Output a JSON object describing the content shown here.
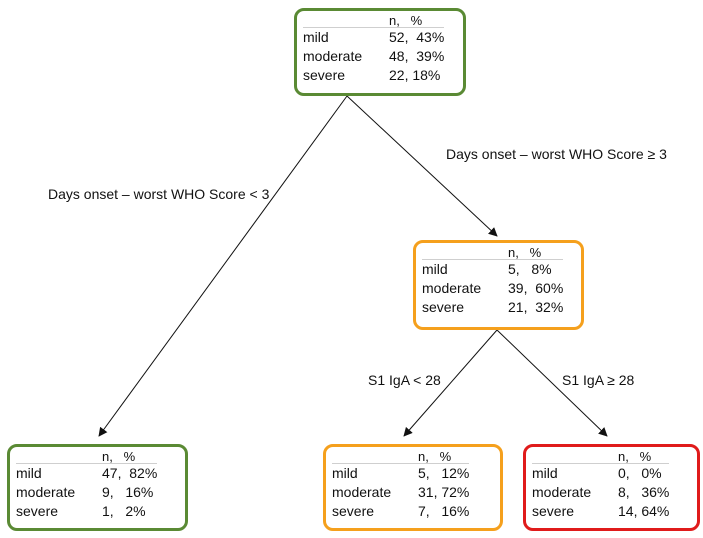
{
  "colors": {
    "green": "#5a8a34",
    "orange": "#f5a01d",
    "red": "#e01b1b"
  },
  "nodes": {
    "root": {
      "color": "green",
      "header": "n,   %",
      "rows": [
        {
          "label": "mild",
          "value": "52,  43%"
        },
        {
          "label": "moderate",
          "value": "48,  39%"
        },
        {
          "label": "severe",
          "value": "22, 18%"
        }
      ]
    },
    "leaf_left": {
      "color": "green",
      "header": "n,   %",
      "rows": [
        {
          "label": "mild",
          "value": "47,  82%"
        },
        {
          "label": "moderate",
          "value": "9,   16%"
        },
        {
          "label": "severe",
          "value": "1,   2%"
        }
      ]
    },
    "mid": {
      "color": "orange",
      "header": "n,   %",
      "rows": [
        {
          "label": "mild",
          "value": "5,   8%"
        },
        {
          "label": "moderate",
          "value": "39,  60%"
        },
        {
          "label": "severe",
          "value": "21,  32%"
        }
      ]
    },
    "leaf_mid": {
      "color": "orange",
      "header": "n,   %",
      "rows": [
        {
          "label": "mild",
          "value": "5,   12%"
        },
        {
          "label": "moderate",
          "value": "31, 72%"
        },
        {
          "label": "severe",
          "value": "7,   16%"
        }
      ]
    },
    "leaf_right": {
      "color": "red",
      "header": "n,   %",
      "rows": [
        {
          "label": "mild",
          "value": "0,   0%"
        },
        {
          "label": "moderate",
          "value": "8,   36%"
        },
        {
          "label": "severe",
          "value": "14, 64%"
        }
      ]
    }
  },
  "edges": {
    "root_left": "Days onset – worst WHO Score < 3",
    "root_right": "Days onset – worst WHO Score ≥ 3",
    "mid_left": "S1 IgA < 28",
    "mid_right": "S1 IgA ≥ 28"
  }
}
